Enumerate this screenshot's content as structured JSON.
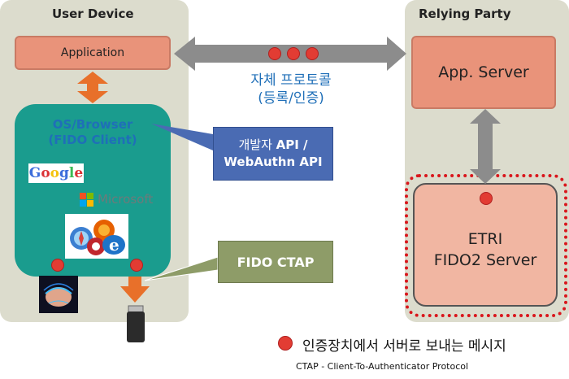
{
  "panels": {
    "user_device": {
      "title": "User Device"
    },
    "relying_party": {
      "title": "Relying Party"
    }
  },
  "boxes": {
    "application": "Application",
    "os_browser_line1": "OS/Browser",
    "os_browser_line2": "(FIDO Client)",
    "app_server": "App. Server",
    "etri_line1": "ETRI",
    "etri_line2": "FIDO2 Server"
  },
  "protocol_label": {
    "line1": "자체 프로토콜",
    "line2": "(등록/인증)"
  },
  "callouts": {
    "api_prefix": "개발자 ",
    "api_suffix": "API /",
    "webauthn": "WebAuthn API",
    "ctap": "FIDO CTAP"
  },
  "logos": {
    "google": "Google",
    "microsoft": "Microsoft"
  },
  "legend": {
    "dot_text": "인증장치에서 서버로 보내는 메시지",
    "ctap_note": "CTAP - Client-To-Authenticator  Protocol"
  },
  "colors": {
    "panel": "#dcdccd",
    "salmon": "#e9937a",
    "teal": "#1a9c8e",
    "api_callout": "#4a6bb3",
    "ctap_callout": "#8e9c68",
    "message_dot": "#e23c33",
    "dashed_border": "#d9161c",
    "arrow_gray": "#8c8c8c",
    "arrow_orange": "#e8702a",
    "protocol_text": "#1f6fb8"
  }
}
